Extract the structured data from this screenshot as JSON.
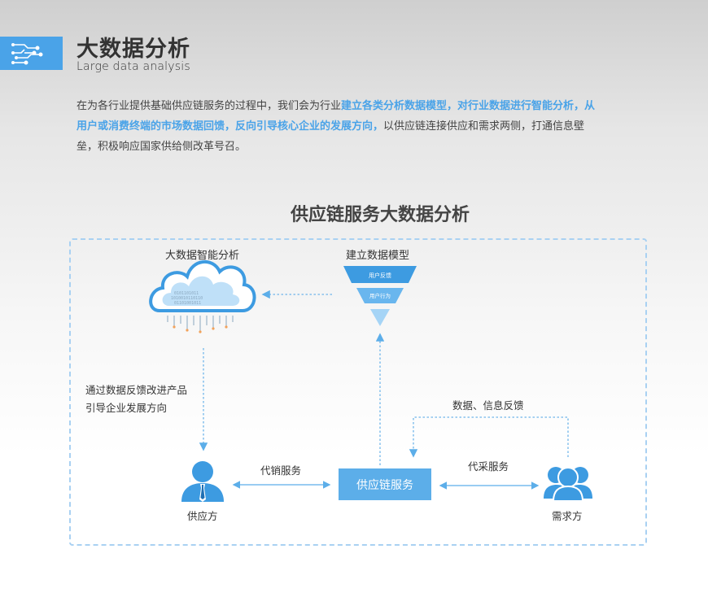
{
  "header": {
    "title": "大数据分析",
    "subtitle": "Large data analysis"
  },
  "intro": {
    "part1": "在为各行业提供基础供应链服务的过程中，我们会为行业",
    "highlight": "建立各类分析数据模型，对行业数据进行智能分析，从用户或消费终端的市场数据回馈，反向引导核心企业的发展方向，",
    "part2": "以供应链连接供应和需求两侧，打通信息壁垒，积极响应国家供给侧改革号召。"
  },
  "diagram": {
    "title": "供应链服务大数据分析",
    "cloud_label": "大数据智能分析",
    "model_label": "建立数据模型",
    "funnel": {
      "level1": "用户反馈",
      "level2": "用户行为"
    },
    "feedback_line1": "通过数据反馈改进产品",
    "feedback_line2": "引导企业发展方向",
    "data_feedback": "数据、信息反馈",
    "agent_sales": "代销服务",
    "agent_purchase": "代采服务",
    "center": "供应链服务",
    "supplier": "供应方",
    "demander": "需求方"
  },
  "colors": {
    "accent": "#4aa3e8",
    "box": "#5caee9",
    "dashed": "#a9d1f2"
  }
}
